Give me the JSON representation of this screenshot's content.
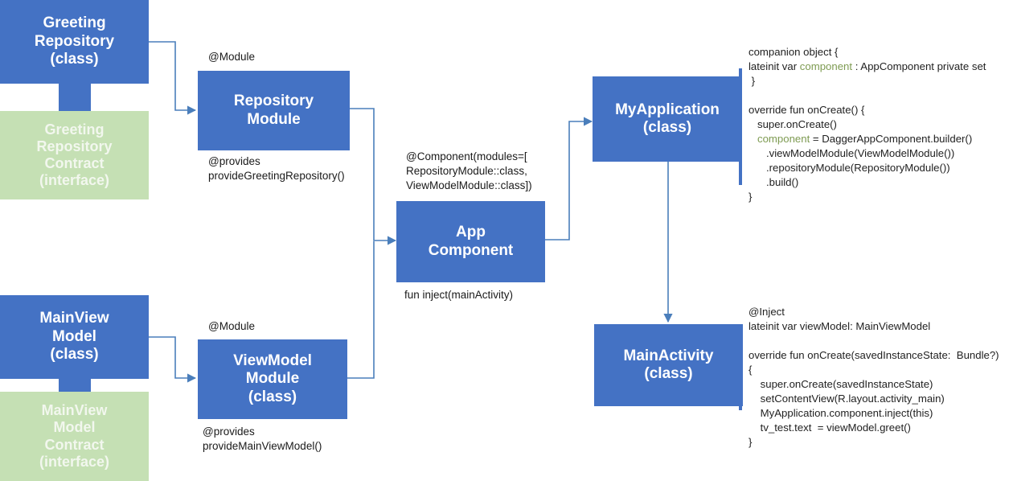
{
  "diagram": {
    "title": "Dagger dependency injection architecture diagram",
    "colors": {
      "class_box": "#4472C4",
      "interface_box": "#C5E0B4",
      "connector": "#4A7EBB",
      "code_keyword": "#7E9B52"
    },
    "nodes": {
      "greeting_repository": {
        "line1": "Greeting",
        "line2": "Repository",
        "line3": "(class)"
      },
      "greeting_repository_contract": {
        "line1": "Greeting",
        "line2": "Repository",
        "line3": "Contract",
        "line4": "(interface)"
      },
      "mainviewmodel": {
        "line1": "MainView",
        "line2": "Model",
        "line3": "(class)"
      },
      "mainviewmodel_contract": {
        "line1": "MainView",
        "line2": "Model",
        "line3": "Contract",
        "line4": "(interface)"
      },
      "repository_module": {
        "line1": "Repository",
        "line2": "Module"
      },
      "viewmodel_module": {
        "line1": "ViewModel",
        "line2": "Module",
        "line3": "(class)"
      },
      "app_component": {
        "line1": "App",
        "line2": "Component"
      },
      "myapplication": {
        "line1": "MyApplication",
        "line2": "(class)"
      },
      "mainactivity": {
        "line1": "MainActivity",
        "line2": "(class)"
      }
    },
    "annotations": {
      "repository_module_top": "@Module",
      "repository_module_bottom": "@provides\nprovideGreetingRepository()",
      "viewmodel_module_top": "@Module",
      "viewmodel_module_bottom": "@provides\nprovideMainViewModel()",
      "app_component_top": "@Component(modules=[\nRepositoryModule::class,\nViewModelModule::class])",
      "app_component_bottom": "fun  inject(mainActivity)"
    },
    "code_myapplication": {
      "l1": "companion object {",
      "l2a": "lateinit var ",
      "l2b": "component",
      "l2c": " : AppComponent private set",
      "l3": " }",
      "l4": "",
      "l5": "override fun onCreate() {",
      "l6": "   super.onCreate()",
      "l7a": "   ",
      "l7b": "component",
      "l7c": " = DaggerAppComponent.builder()",
      "l8": "      .viewModelModule(ViewModelModule())",
      "l9": "      .repositoryModule(RepositoryModule())",
      "l10": "      .build()",
      "l11": "}"
    },
    "code_mainactivity": {
      "l1": "@Inject",
      "l2": "lateinit var viewModel: MainViewModel",
      "l3": "",
      "l4": "override fun onCreate(savedInstanceState:  Bundle?)",
      "l5": "{",
      "l6": "    super.onCreate(savedInstanceState)",
      "l7": "    setContentView(R.layout.activity_main)",
      "l8": "    MyApplication.component.inject(this)",
      "l9": "    tv_test.text  = viewModel.greet()",
      "l10": "}"
    }
  }
}
